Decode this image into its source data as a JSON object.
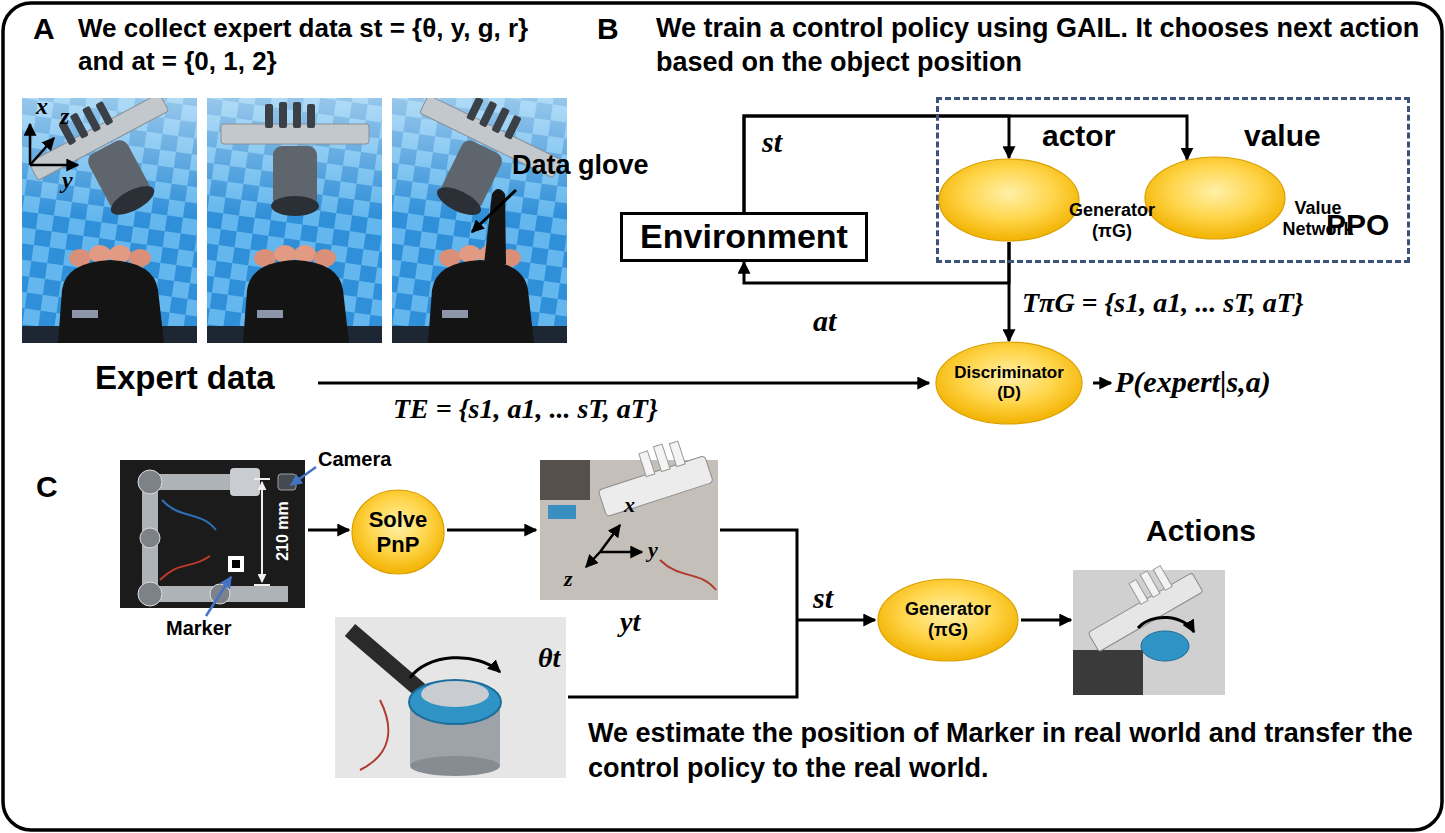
{
  "diagram": {
    "nodes": [
      {
        "text": [
          "Environment"
        ]
      },
      {
        "text": [
          "actor",
          "value",
          "PPO"
        ]
      },
      {
        "text": [
          "Generator (πG)"
        ],
        "in": 1
      },
      {
        "text": [
          "Value Network"
        ],
        "in": 1
      },
      {
        "text": [
          "Discriminator (D)"
        ]
      },
      {
        "text": [
          "Solve PnP"
        ]
      },
      {
        "text": [
          "Generator (πG)"
        ]
      }
    ],
    "edges": [
      {
        "from": 0,
        "to": 2,
        "arrow": "to",
        "label": "st"
      },
      {
        "from": 0,
        "to": 3,
        "arrow": "to"
      },
      {
        "from": 2,
        "to": 0,
        "arrow": "to",
        "label": "at"
      },
      {
        "from": 2,
        "to": 4,
        "arrow": "to",
        "label": "TπG = {s1, a1, ... sT, aT}"
      }
    ],
    "labels": [
      "A",
      "We collect expert data st = {θ, y, g, r} and at = {0, 1, 2}",
      "x",
      "z",
      "y",
      "Data glove",
      "B",
      "We train a control policy using GAIL. It chooses next action based on the object position",
      "Expert data",
      "TE = {s1, a1, ... sT, aT}",
      "P(expert|s,a)",
      "C",
      "Camera",
      "210 mm",
      "Marker",
      "x",
      "y",
      "z",
      "yt",
      "θt",
      "st",
      "Actions",
      "We estimate the position of Marker in real world and transfer the control policy to the real world."
    ]
  }
}
